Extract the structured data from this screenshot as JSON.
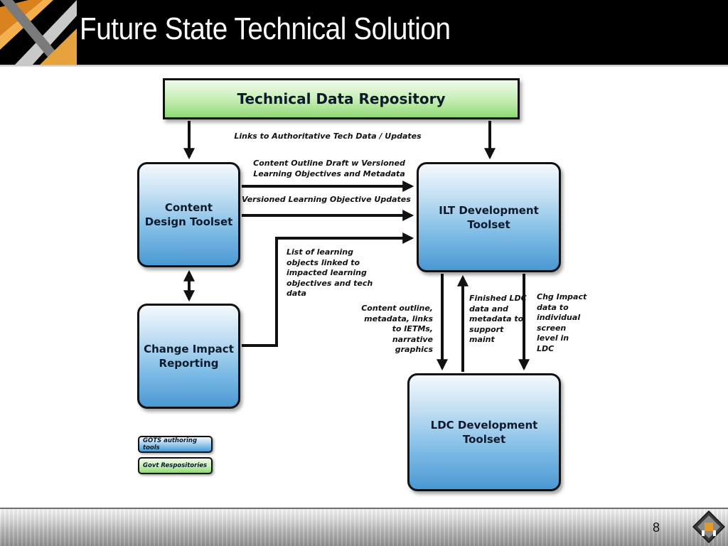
{
  "header": {
    "title": "Future State Technical Solution"
  },
  "footer": {
    "page_number": "8"
  },
  "diagram": {
    "nodes": {
      "technical_data_repository": "Technical Data Repository",
      "content_design_toolset": "Content Design Toolset",
      "change_impact_reporting": "Change Impact Reporting",
      "ilt_development_toolset": "ILT Development Toolset",
      "ldc_development_toolset": "LDC Development Toolset"
    },
    "edge_labels": {
      "links_to_tech_data": "Links to Authoritative Tech Data / Updates",
      "content_outline_draft": "Content Outline Draft w Versioned Learning Objectives and Metadata",
      "versioned_updates": "Versioned Learning Objective Updates",
      "list_of_learning_objects": "List of learning objects linked to impacted learning objectives and tech data",
      "content_outline_to_ldc": "Content outline, metadata, links to IETMs, narrative graphics",
      "finished_ldc_data": "Finished LDC data and metadata to support maint",
      "chg_impact_data": "Chg Impact data to individual screen level in LDC"
    },
    "legend": {
      "gots": "GOTS authoring tools",
      "govt": "Govt Respositories"
    }
  },
  "colors": {
    "header_background": "#000000",
    "tool_box_blue": "#4a98d3",
    "repository_green": "#8fd975",
    "arrow": "#111111"
  }
}
